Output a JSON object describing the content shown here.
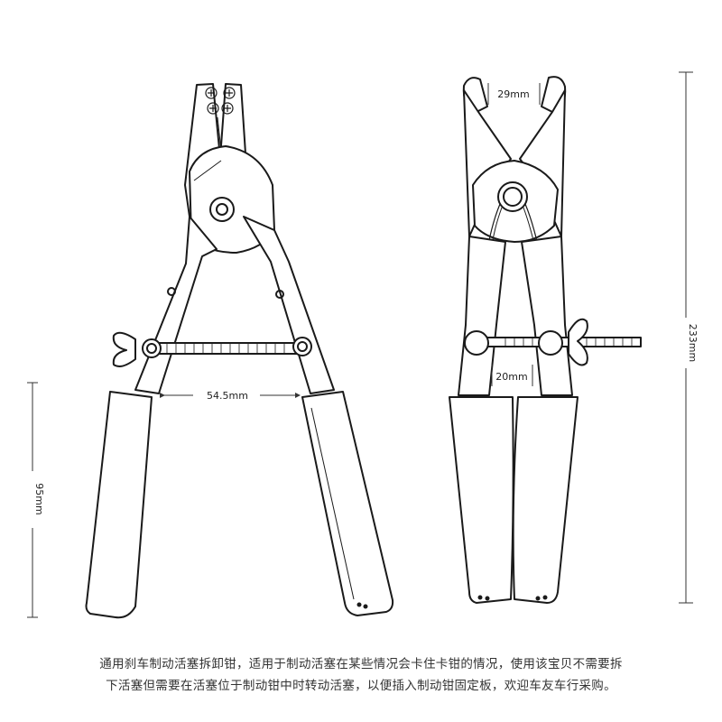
{
  "dimensions": {
    "left_gap": "54.5mm",
    "left_handle": "95mm",
    "right_tip_gap": "29mm",
    "right_rod_gap": "20mm",
    "right_total": "233mm"
  },
  "caption": {
    "line1": "通用刹车制动活塞拆卸钳，适用于制动活塞在某些情况会卡住卡钳的情况，使用该宝贝不需要拆",
    "line2": "下活塞但需要在活塞位于制动钳中时转动活塞，以便插入制动钳固定板，欢迎车友车行采购。"
  }
}
